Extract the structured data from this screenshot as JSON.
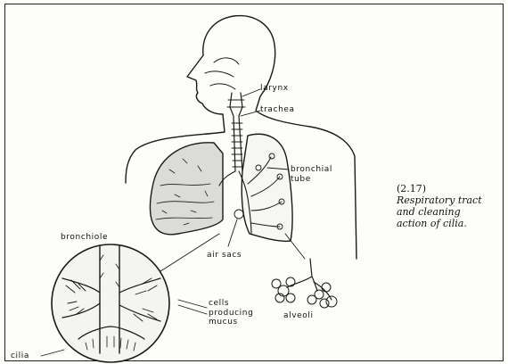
{
  "figure": {
    "labels": {
      "larynx": "larynx",
      "trachea": "trachea",
      "bronchial": "bronchial",
      "tube": "tube",
      "air_sacs": "air sacs",
      "bronchiole": "bronchiole",
      "cells": "cells",
      "producing": "producing",
      "mucus": "mucus",
      "alveoli": "alveoli",
      "cilia": "cilia"
    },
    "caption": {
      "number": "(2.17)",
      "lines": [
        "Respiratory tract",
        "and cleaning",
        "action of cilia."
      ]
    }
  }
}
